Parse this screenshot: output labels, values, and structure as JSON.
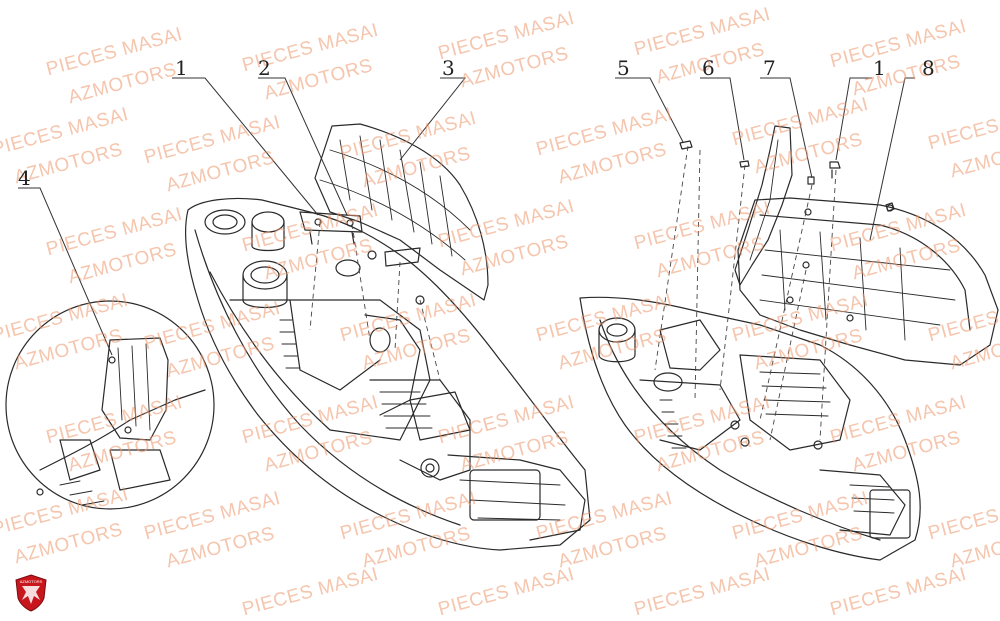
{
  "watermark": {
    "line1": "PIECES MASAI",
    "line2": "AZMOTORS",
    "color": "#ec9669"
  },
  "callouts": [
    "1",
    "2",
    "3",
    "4",
    "5",
    "6",
    "7",
    "1",
    "8"
  ],
  "logo": {
    "text": "AZMOTORS",
    "color": "#c8161d"
  },
  "colors": {
    "line": "#2a2a2a",
    "leader": "#333333"
  }
}
